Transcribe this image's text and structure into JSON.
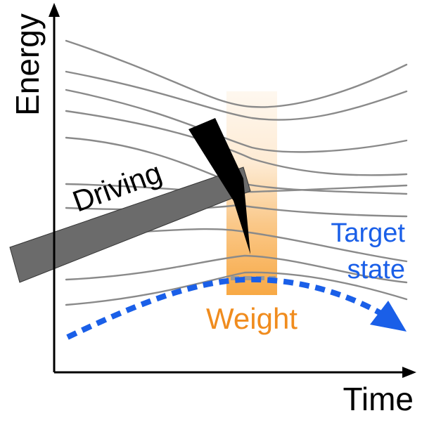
{
  "axes": {
    "y_label": "Energy",
    "x_label": "Time"
  },
  "labels": {
    "driving": "Driving",
    "weight": "Weight",
    "target_line1": "Target",
    "target_line2": "state"
  },
  "colors": {
    "axis": "#000000",
    "levels": "#8a8a8a",
    "hammer_handle": "#6b6b6b",
    "hammer_head": "#000000",
    "weight_band": "#f7a43b",
    "weight_text": "#f08c1e",
    "target": "#1a5fe8"
  }
}
